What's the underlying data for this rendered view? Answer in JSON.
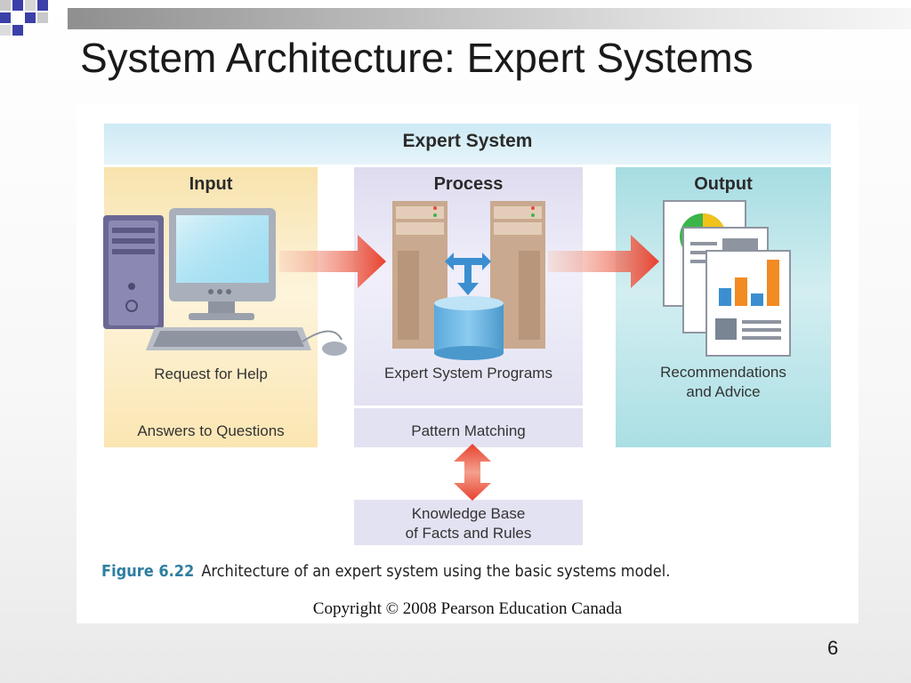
{
  "slide": {
    "title": "System Architecture: Expert Systems",
    "page_number": "6"
  },
  "figure": {
    "header": "Expert System",
    "columns": {
      "input": {
        "title": "Input",
        "items": [
          "Request for Help",
          "Answers to Questions"
        ]
      },
      "process": {
        "title": "Process",
        "items": [
          "Expert System Programs",
          "Pattern Matching"
        ],
        "knowledge": [
          "Knowledge Base",
          "of Facts and Rules"
        ]
      },
      "output": {
        "title": "Output",
        "items": [
          "Recommendations",
          "and Advice"
        ]
      }
    },
    "caption_label": "Figure 6.22",
    "caption_text": "Architecture of an expert system using the basic systems model.",
    "copyright": "Copyright © 2008 Pearson Education Canada"
  },
  "colors": {
    "input": "#fbe6b2",
    "process": "#e3e2f2",
    "output": "#aadfe4",
    "header": "#cdeaf5",
    "arrow": "#e8412e",
    "caption_label": "#2f7ea1"
  },
  "icons": [
    "desktop-computer-icon",
    "server-tower-icon",
    "database-icon",
    "report-document-icon",
    "bidirectional-arrow-icon"
  ]
}
